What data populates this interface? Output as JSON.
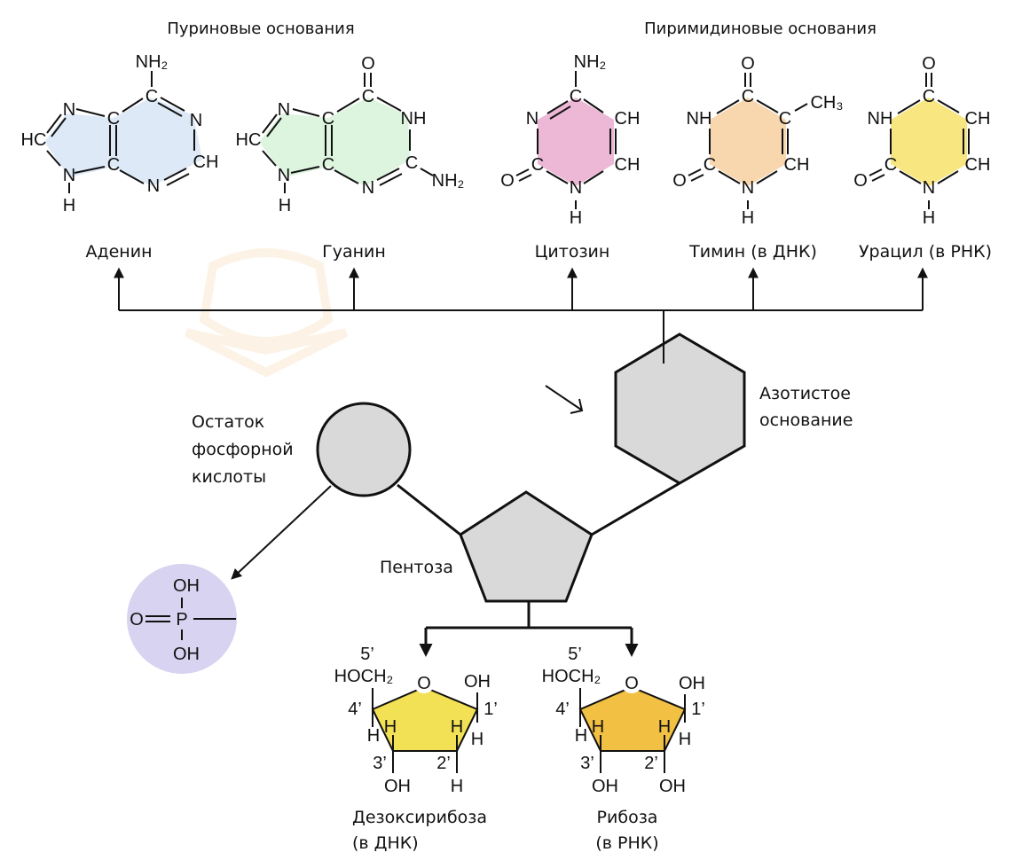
{
  "headers": {
    "purines": "Пуриновые основания",
    "pyrimidines": "Пиримидиновые основания"
  },
  "bases": [
    {
      "id": "adenine",
      "name": "Аденин",
      "color": "#dde9f6"
    },
    {
      "id": "guanine",
      "name": "Гуанин",
      "color": "#ddf4de"
    },
    {
      "id": "cytosine",
      "name": "Цитозин",
      "color": "#ecb8d6"
    },
    {
      "id": "thymine",
      "name": "Тимин (в ДНК)",
      "color": "#f8d7ae"
    },
    {
      "id": "uracil",
      "name": "Урацил (в РНК)",
      "color": "#f8e681"
    }
  ],
  "atoms": {
    "N": "N",
    "C": "C",
    "O": "O",
    "H": "H",
    "HC": "HC",
    "CH": "CH",
    "NH": "NH",
    "NH2": "NH₂",
    "CH3": "CH₃",
    "P": "P",
    "OH": "OH",
    "HOCH2": "HOCH₂"
  },
  "components": {
    "phosphate": {
      "label_lines": [
        "Остаток",
        "фосфорной",
        "кислоты"
      ],
      "color": "#d9d9d9",
      "detail_color": "#d8d3f0"
    },
    "base": {
      "label_lines": [
        "Азотистое",
        "основание"
      ],
      "color": "#d9d9d9"
    },
    "pentose": {
      "label": "Пентоза",
      "color": "#d9d9d9"
    }
  },
  "sugars": [
    {
      "id": "deoxyribose",
      "name_lines": [
        "Дезоксирибоза",
        "(в ДНК)"
      ],
      "color": "#f2e154",
      "c2_bottom": "H"
    },
    {
      "id": "ribose",
      "name_lines": [
        "Рибоза",
        "(в РНК)"
      ],
      "color": "#f2c043",
      "c2_bottom": "OH"
    }
  ],
  "carbon_numbers": {
    "c1": "1’",
    "c2": "2’",
    "c3": "3’",
    "c4": "4’",
    "c5": "5’"
  }
}
